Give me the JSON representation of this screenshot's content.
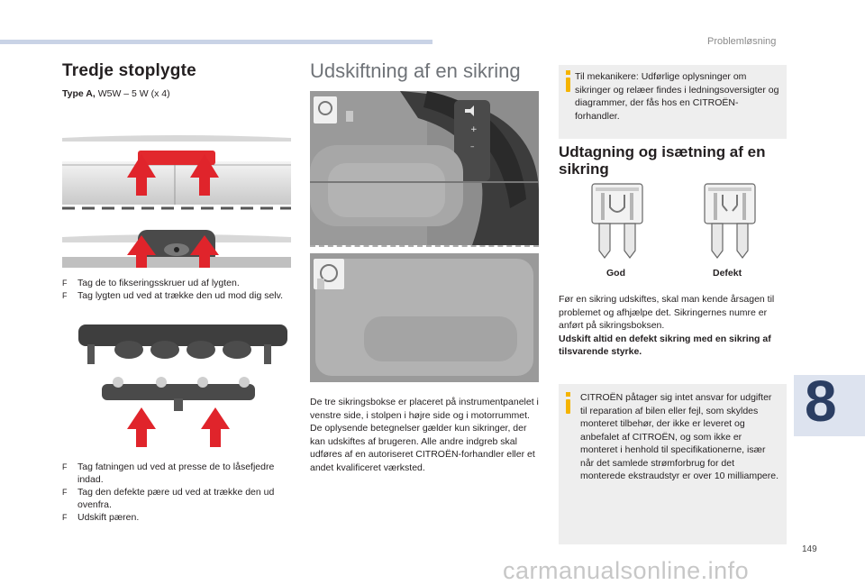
{
  "header": {
    "section_title": "Problemløsning"
  },
  "left": {
    "title": "Tredje stoplygte",
    "type_label": "Type A,",
    "type_value": "W5W – 5 W (x 4)",
    "bullets_1": [
      "Tag de to fikseringsskruer ud af lygten.",
      "Tag lygten ud ved at trække den ud mod dig selv."
    ],
    "bullets_2": [
      "Tag fatningen ud ved at presse de to låsefjedre indad.",
      "Tag den defekte pære ud ved at trække den ud ovenfra.",
      "Udskift pæren."
    ],
    "bullet_symbol": "F"
  },
  "middle": {
    "title": "Udskiftning af en sikring",
    "paragraph": "De tre sikringsbokse er placeret på instrumentpanelet i venstre side, i stolpen i højre side og i motorrummet. De oplysende betegnelser gælder kun sikringer, der kan udskiftes af brugeren. Alle andre indgreb skal udføres af en autoriseret CITROËN-forhandler eller et andet kvalificeret værksted."
  },
  "right": {
    "info_1": "Til mekanikere: Udførlige oplysninger om sikringer og relæer findes i ledningsoversigter og diagrammer, der fås hos en CITROËN-forhandler.",
    "title": "Udtagning og isætning af en sikring",
    "fuse_good": "God",
    "fuse_bad": "Defekt",
    "paragraph": "Før en sikring udskiftes, skal man kende årsagen til problemet og afhjælpe det. Sikringernes numre er anført på sikringsboksen.",
    "paragraph_bold": "Udskift altid en defekt sikring med en sikring af tilsvarende styrke.",
    "info_2": "CITROËN påtager sig intet ansvar for udgifter til reparation af bilen eller fejl, som skyldes monteret tilbehør, der ikke er leveret og anbefalet af CITROËN, og som ikke er monteret i henhold til specifikationerne, især når det samlede strømforbrug for det monterede ekstraudstyr er over 10 milliampere."
  },
  "chapter_number": "8",
  "page_number": "149",
  "watermark": "carmanualsonline.info",
  "colors": {
    "accent": "#c9d3e6",
    "info_icon": "#f5b400",
    "arrow_red": "#e0242b",
    "chapter": "#2b3e63"
  }
}
